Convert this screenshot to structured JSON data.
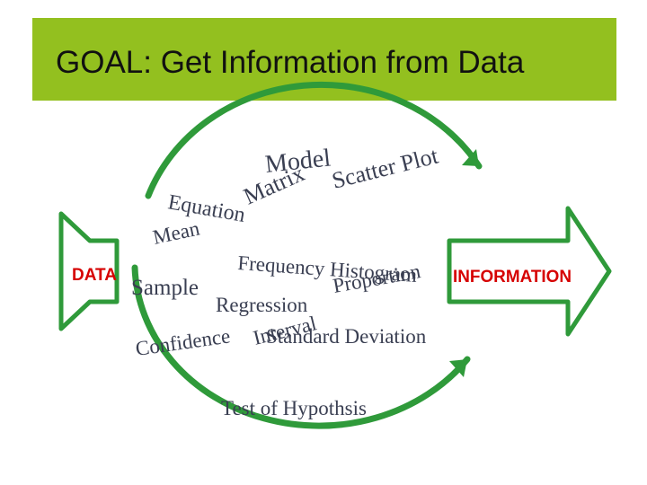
{
  "slide": {
    "title": "GOAL: Get Information from Data",
    "colors": {
      "title_bar": "#93c01f",
      "arrow": "#2f9a3a",
      "label": "#d60000",
      "text": "#3a3f52"
    }
  },
  "diagram": {
    "left_label": "DATA",
    "right_label": "INFORMATION",
    "terms": {
      "model": "Model",
      "matrix": "Matrix",
      "scatter_plot": "Scatter Plot",
      "equation": "Equation",
      "mean": "Mean",
      "frequency_histogram": "Frequency Histogram",
      "proportion": "Proportion",
      "sample": "Sample",
      "regression": "Regression",
      "interval": "Interval",
      "confidence": "Confidence",
      "standard_deviation": "Standard Deviation",
      "test_of_hypothesis": "Test of Hypothsis"
    }
  }
}
